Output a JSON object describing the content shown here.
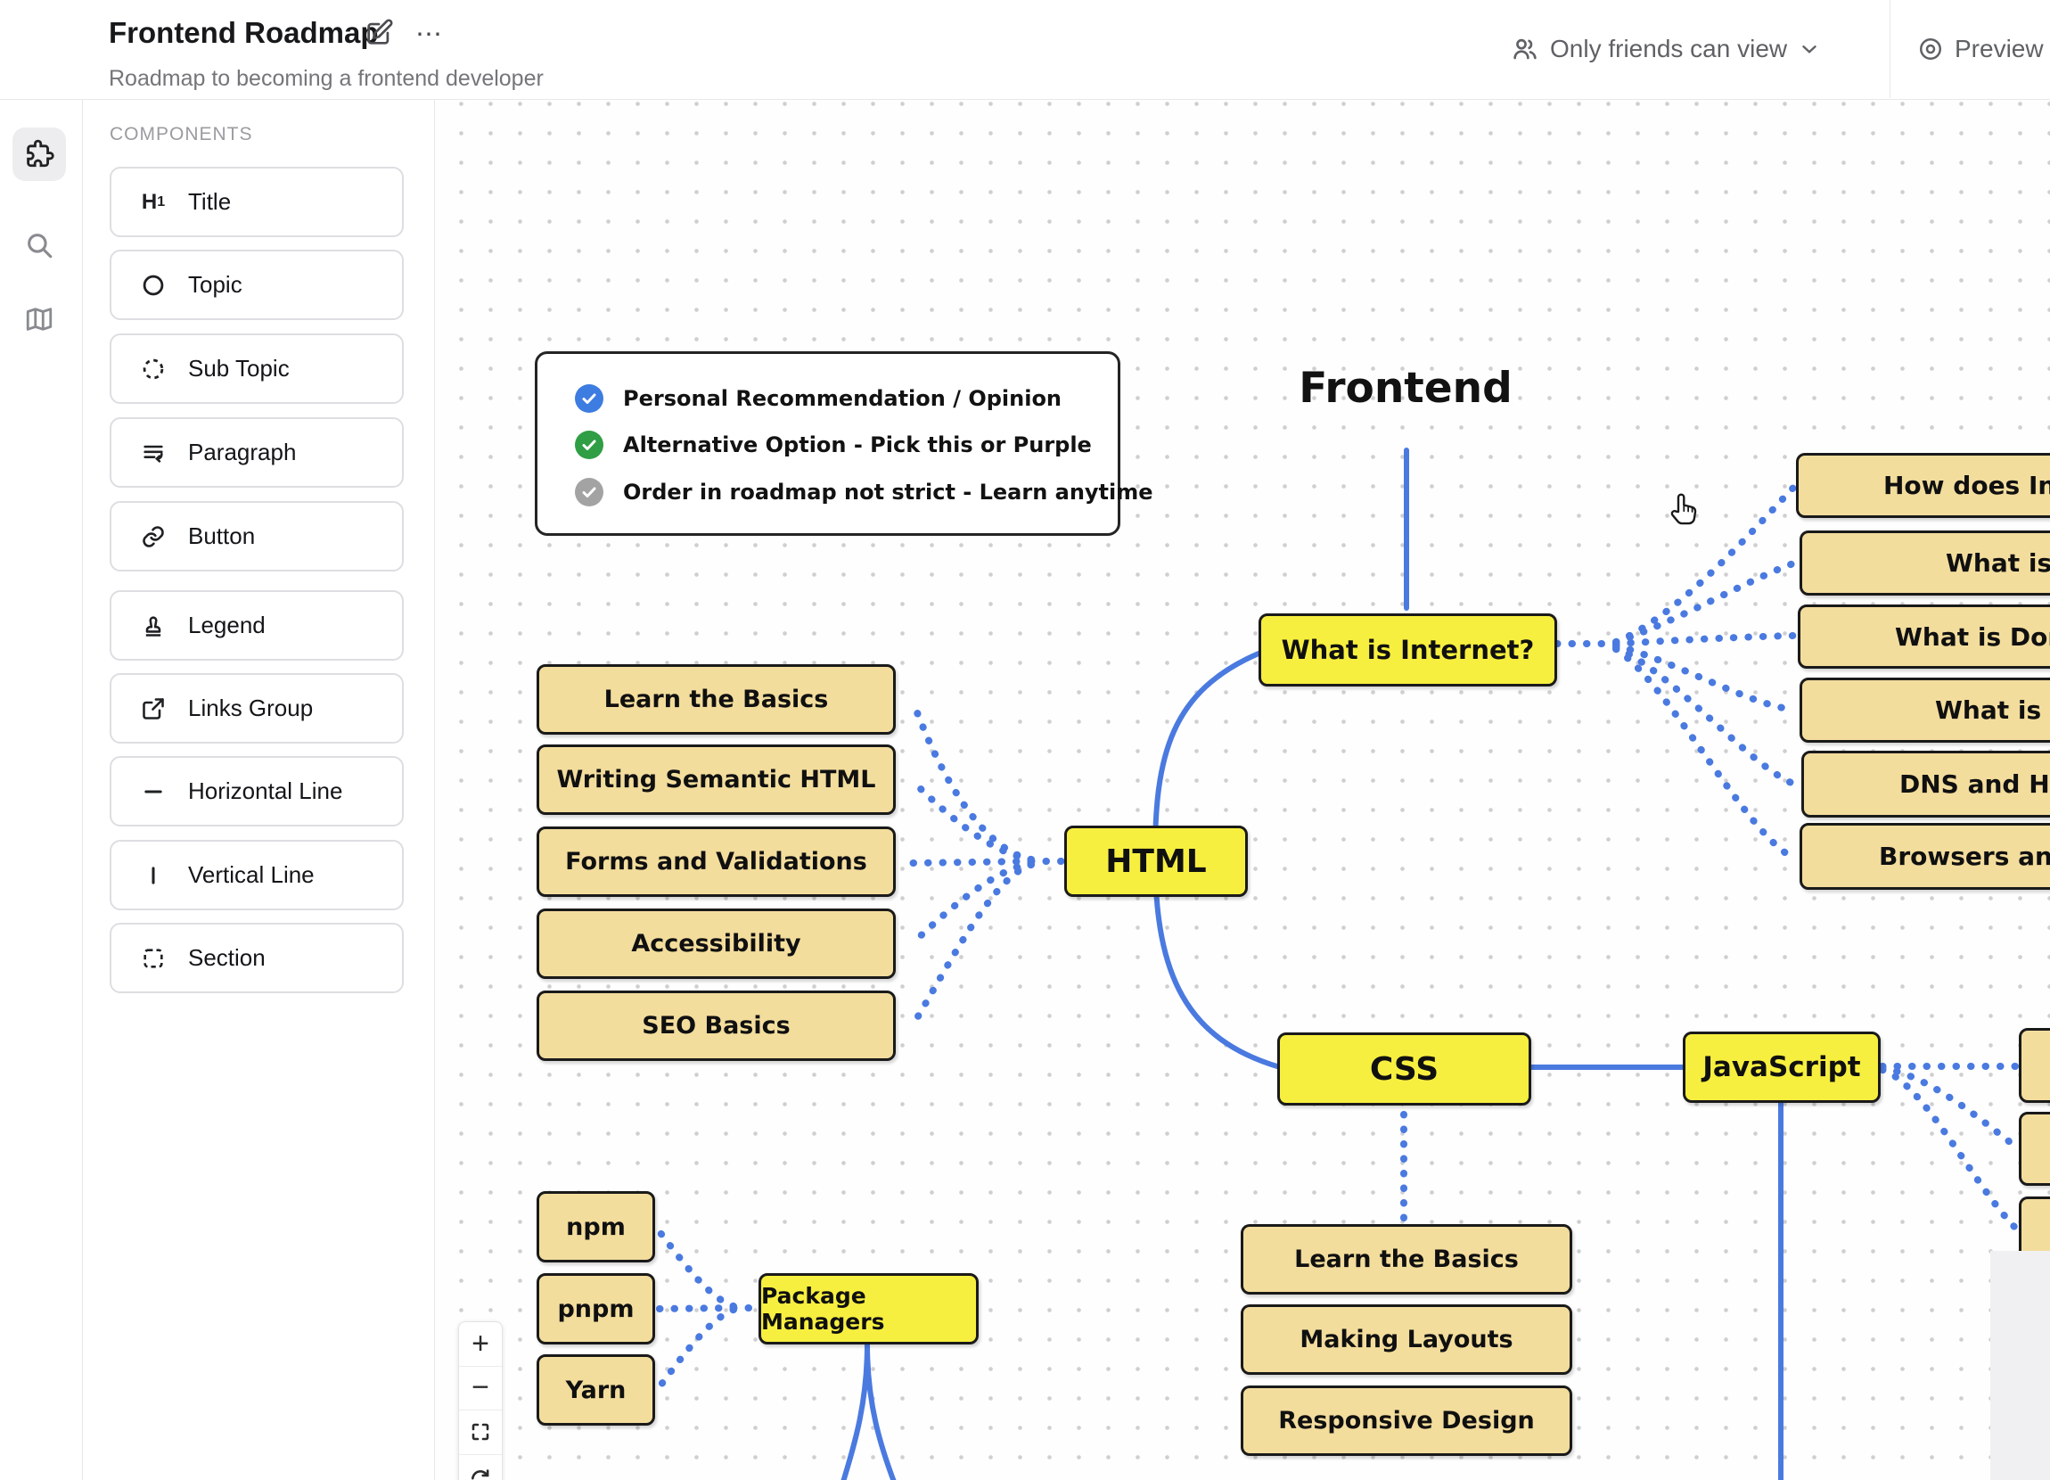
{
  "topbar": {
    "title": "Frontend Roadmap",
    "subtitle": "Roadmap to becoming a frontend developer",
    "visibility_label": "Only friends can view",
    "preview_label": "Preview",
    "more_label": "⋯"
  },
  "components": {
    "header": "COMPONENTS",
    "items": [
      {
        "label": "Title",
        "icon": "h1-icon"
      },
      {
        "label": "Topic",
        "icon": "circle-icon"
      },
      {
        "label": "Sub Topic",
        "icon": "dashed-circle-icon"
      },
      {
        "label": "Paragraph",
        "icon": "paragraph-icon"
      },
      {
        "label": "Button",
        "icon": "link-icon"
      },
      {
        "label": "Legend",
        "icon": "stamp-icon"
      },
      {
        "label": "Links Group",
        "icon": "external-link-icon"
      },
      {
        "label": "Horizontal Line",
        "icon": "horizontal-line-icon"
      },
      {
        "label": "Vertical Line",
        "icon": "vertical-line-icon"
      },
      {
        "label": "Section",
        "icon": "dashed-square-icon"
      }
    ]
  },
  "legend": {
    "items": [
      {
        "text": "Personal Recommendation / Opinion",
        "color": "#3d7ce0"
      },
      {
        "text": "Alternative Option - Pick this or Purple",
        "color": "#2f9e44"
      },
      {
        "text": "Order in roadmap not strict - Learn anytime",
        "color": "#a3a3a3"
      }
    ]
  },
  "canvas": {
    "section_title": "Frontend",
    "nodes": {
      "what_is_internet": "What is Internet?",
      "html": "HTML",
      "css": "CSS",
      "javascript": "JavaScript",
      "package_managers": "Package Managers",
      "learn_basics_html": "Learn the Basics",
      "writing_semantic_html": "Writing Semantic HTML",
      "forms_validations": "Forms and Validations",
      "accessibility": "Accessibility",
      "seo_basics": "SEO Basics",
      "npm": "npm",
      "pnpm": "pnpm",
      "yarn": "Yarn",
      "learn_basics_css": "Learn the Basics",
      "making_layouts": "Making Layouts",
      "responsive_design": "Responsive Design",
      "internet_sub_1": "How does Inte",
      "internet_sub_2": "What is H",
      "internet_sub_3": "What is Doma",
      "internet_sub_4": "What is Ho",
      "internet_sub_5": "DNS and How",
      "internet_sub_6": "Browsers and Ho"
    }
  },
  "zoom_controls": {
    "zoom_in": "+",
    "zoom_out": "−"
  },
  "colors": {
    "accent_blue": "#4a7ae0",
    "node_yellow": "#f7ef3f",
    "node_tan": "#f3dd9d"
  }
}
